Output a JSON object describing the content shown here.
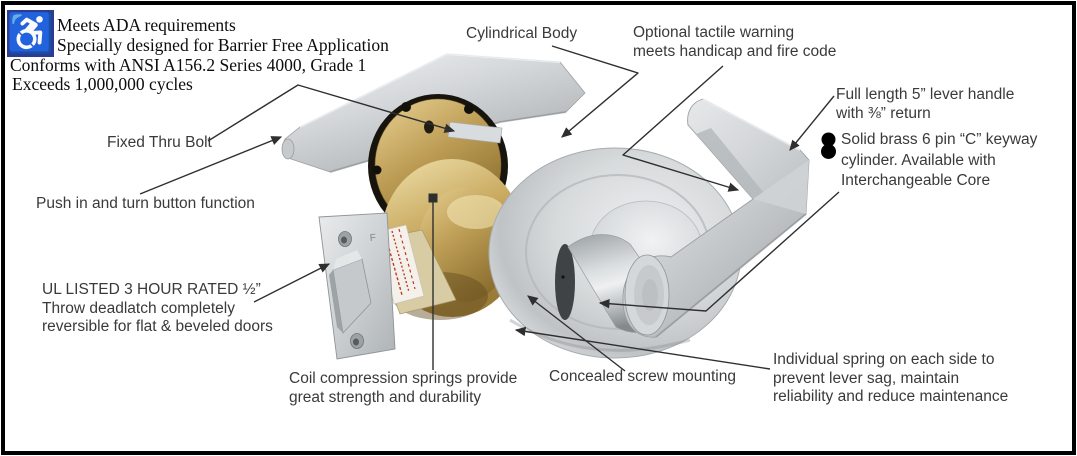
{
  "page": {
    "title": "Cylindrical lever lockset feature diagram",
    "colors": {
      "border": "#000000",
      "background": "#ffffff",
      "ada_blue": "#2b3c92",
      "brass": "#c2a35c",
      "silver": "#cfd3d5",
      "leader_line": "#2f2f2f",
      "label_red": "#c2382c",
      "callout_text": "#3a3a3a"
    }
  },
  "ada_badge": {
    "icon": "wheelchair-accessibility",
    "icon_glyph": "♿",
    "lines": [
      "Meets ADA requirements",
      "Specially designed for Barrier Free Application",
      "Conforms with ANSI A156.2 Series 4000, Grade 1",
      "Exceeds 1,000,000 cycles"
    ]
  },
  "callouts": {
    "cylindrical_body": {
      "lines": [
        "Cylindrical Body"
      ]
    },
    "tactile_warning": {
      "lines": [
        "Optional tactile warning",
        "meets handicap and fire code"
      ]
    },
    "full_length": {
      "lines": [
        "Full length 5” lever handle",
        "with ⅜” return"
      ]
    },
    "solid_brass": {
      "icon": "keyway-cylinder-dots",
      "lines": [
        "Solid brass 6 pin “C” keyway",
        "cylinder. Available with",
        "Interchangeable Core"
      ]
    },
    "fixed_thru_bolt": {
      "lines": [
        "Fixed Thru Bolt"
      ]
    },
    "push_button": {
      "lines": [
        "Push in and turn button function"
      ]
    },
    "ul_listed": {
      "lines": [
        "UL LISTED 3 HOUR RATED ½”",
        "Throw deadlatch completely",
        "reversible for flat & beveled doors"
      ]
    },
    "coil_springs": {
      "lines": [
        "Coil compression springs provide",
        "great strength and durability"
      ]
    },
    "concealed_screw": {
      "lines": [
        "Concealed screw mounting"
      ]
    },
    "individual_spring": {
      "lines": [
        "Individual spring on each side to",
        "prevent lever sag, maintain",
        "reliability and reduce maintenance"
      ]
    }
  },
  "latch_plate_stamp": "F"
}
